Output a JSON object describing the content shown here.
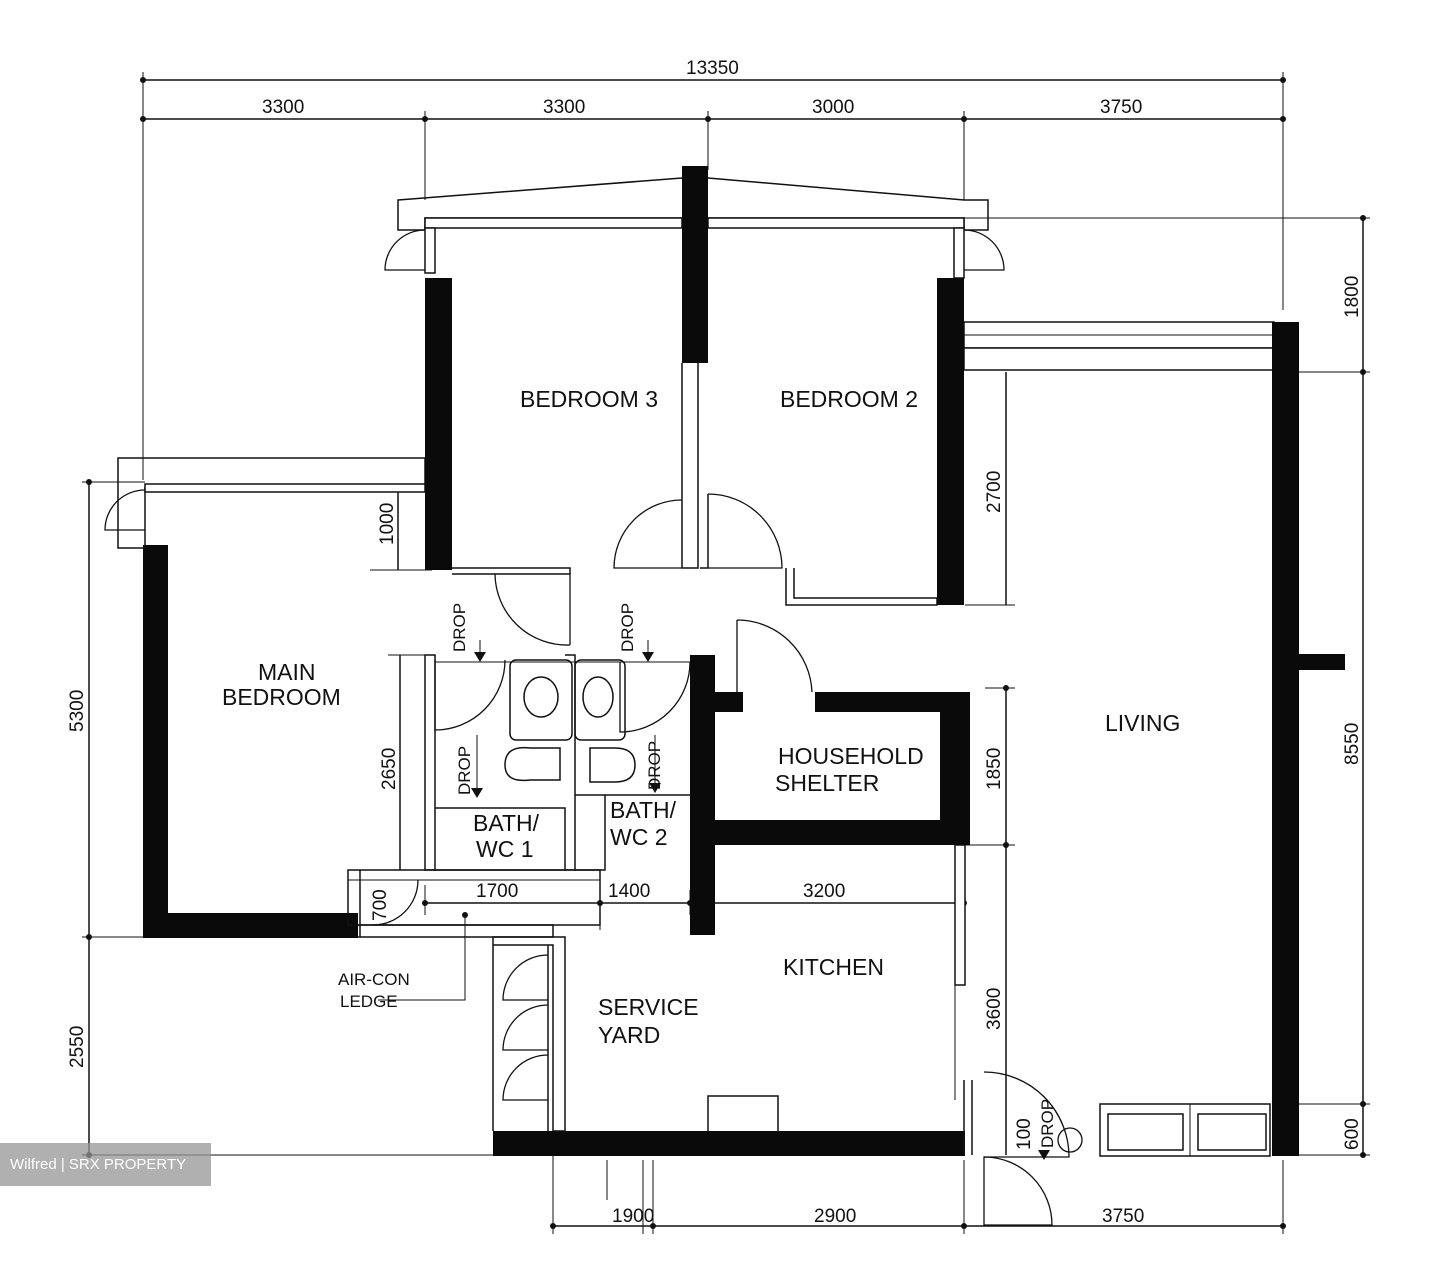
{
  "plan": {
    "rooms": {
      "bedroom3": "BEDROOM 3",
      "bedroom2": "BEDROOM 2",
      "master_line1": "MAIN",
      "master_line2": "BEDROOM",
      "living": "LIVING",
      "shelter_line1": "HOUSEHOLD",
      "shelter_line2": "SHELTER",
      "bath1_line1": "BATH/",
      "bath1_line2": "WC 1",
      "bath2_line1": "BATH/",
      "bath2_line2": "WC 2",
      "kitchen": "KITCHEN",
      "service_line1": "SERVICE",
      "service_line2": "YARD",
      "aircon_line1": "AIR-CON",
      "aircon_line2": "LEDGE"
    },
    "drop_label": "DROP",
    "dims": {
      "top_total": "13350",
      "top_1": "3300",
      "top_2": "3300",
      "top_3": "3000",
      "top_4": "3750",
      "left_5300": "5300",
      "left_2550": "2550",
      "left_1000": "1000",
      "right_1800": "1800",
      "right_8550": "8550",
      "right_600": "600",
      "mid_2700": "2700",
      "mid_1850": "1850",
      "mid_3600": "3600",
      "mid_1700": "1700",
      "mid_1400": "1400",
      "mid_3200": "3200",
      "mid_700": "700",
      "mid_2650": "2650",
      "mid_100": "100",
      "bottom_1900": "1900",
      "bottom_2900": "2900",
      "bottom_3750": "3750"
    }
  },
  "watermark": "Wilfred | SRX PROPERTY"
}
